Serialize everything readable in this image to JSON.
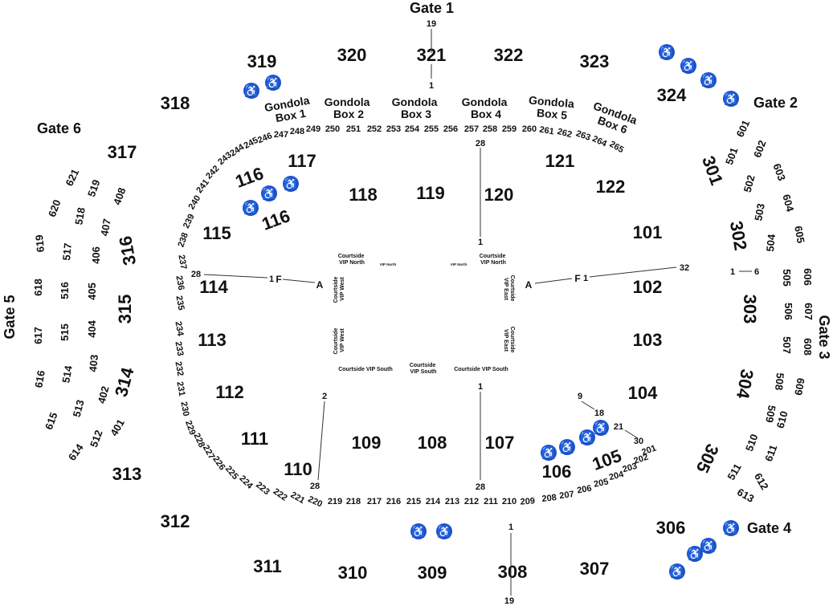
{
  "gates": {
    "gate1": "Gate 1",
    "gate2": "Gate 2",
    "gate3": "Gate 3",
    "gate4": "Gate 4",
    "gate5": "Gate 5",
    "gate6": "Gate 6"
  },
  "sections_300": [
    "301",
    "302",
    "303",
    "304",
    "305",
    "306",
    "307",
    "308",
    "309",
    "310",
    "311",
    "312",
    "313",
    "314",
    "315",
    "316",
    "317",
    "318",
    "319",
    "320",
    "321",
    "322",
    "323",
    "324"
  ],
  "sections_500": [
    "501",
    "502",
    "503",
    "504",
    "505",
    "506",
    "507",
    "508",
    "509",
    "510",
    "511",
    "512",
    "513",
    "514",
    "515",
    "516",
    "517",
    "518",
    "519"
  ],
  "sections_600": [
    "601",
    "602",
    "603",
    "604",
    "605",
    "606",
    "607",
    "608",
    "609",
    "610",
    "611",
    "612",
    "613",
    "614",
    "615",
    "616",
    "617",
    "618",
    "619",
    "620",
    "621"
  ],
  "sections_400": [
    "401",
    "402",
    "403",
    "404",
    "405",
    "406",
    "407",
    "408"
  ],
  "sections_100": [
    "101",
    "102",
    "103",
    "104",
    "105",
    "106",
    "107",
    "108",
    "109",
    "110",
    "111",
    "112",
    "113",
    "114",
    "115",
    "116",
    "116",
    "117",
    "118",
    "119",
    "120",
    "121",
    "122"
  ],
  "sections_200": [
    "201",
    "202",
    "203",
    "204",
    "205",
    "206",
    "207",
    "208",
    "209",
    "210",
    "211",
    "212",
    "213",
    "214",
    "215",
    "216",
    "217",
    "218",
    "219",
    "220",
    "221",
    "222",
    "223",
    "224",
    "225",
    "226",
    "227",
    "228",
    "229",
    "230",
    "231",
    "232",
    "233",
    "234",
    "235",
    "236",
    "237",
    "238",
    "239",
    "240",
    "241",
    "242",
    "243",
    "244",
    "245",
    "246",
    "247",
    "248",
    "249",
    "250",
    "251",
    "252",
    "253",
    "254",
    "255",
    "256",
    "257",
    "258",
    "259",
    "260",
    "261",
    "262",
    "263",
    "264",
    "265"
  ],
  "gondola": {
    "box1": [
      "Gondola",
      "Box 1"
    ],
    "box2": [
      "Gondola",
      "Box 2"
    ],
    "box3": [
      "Gondola",
      "Box 3"
    ],
    "box4": [
      "Gondola",
      "Box 4"
    ],
    "box5": [
      "Gondola",
      "Box 5"
    ],
    "box6": [
      "Gondola",
      "Box 6"
    ]
  },
  "courtside": {
    "north_left": [
      "Courtside",
      "VIP North"
    ],
    "north_small_a": "VIP North",
    "north_small_b": "VIP North",
    "north_right": [
      "Courtside",
      "VIP North"
    ],
    "west_top": [
      "Courtside",
      "VIP West"
    ],
    "west_bottom": [
      "Courtside",
      "VIP West"
    ],
    "east_top": [
      "Courtside",
      "VIP East"
    ],
    "east_bottom": [
      "Courtside",
      "VIP East"
    ],
    "south_left": "Courtside VIP South",
    "south_center": [
      "Courtside",
      "VIP South"
    ],
    "south_right": "Courtside VIP South"
  },
  "row_labels": {
    "top_outer": "19",
    "top_inner": "1",
    "bottom_outer": "19",
    "bottom_inner": "1",
    "right_row_1": "1",
    "right_row_6": "6",
    "sec120_top": "28",
    "sec120_bottom": "1",
    "sec114_row": "28",
    "sec114_1": "1",
    "sec114_f": "F",
    "sec114_a": "A",
    "sec102_row": "32",
    "sec102_1": "1",
    "sec102_f": "F",
    "sec102_a": "A",
    "sec110_top": "2",
    "sec110_bottom": "28",
    "sec107_top": "1",
    "sec107_bottom": "28",
    "sec105_9": "9",
    "sec105_18": "18",
    "sec105_21": "21",
    "sec105_30": "30"
  },
  "accessibility_icon": "wheelchair-icon",
  "colors": {
    "ada_blue": "#1f4fd1",
    "text": "#111111"
  }
}
